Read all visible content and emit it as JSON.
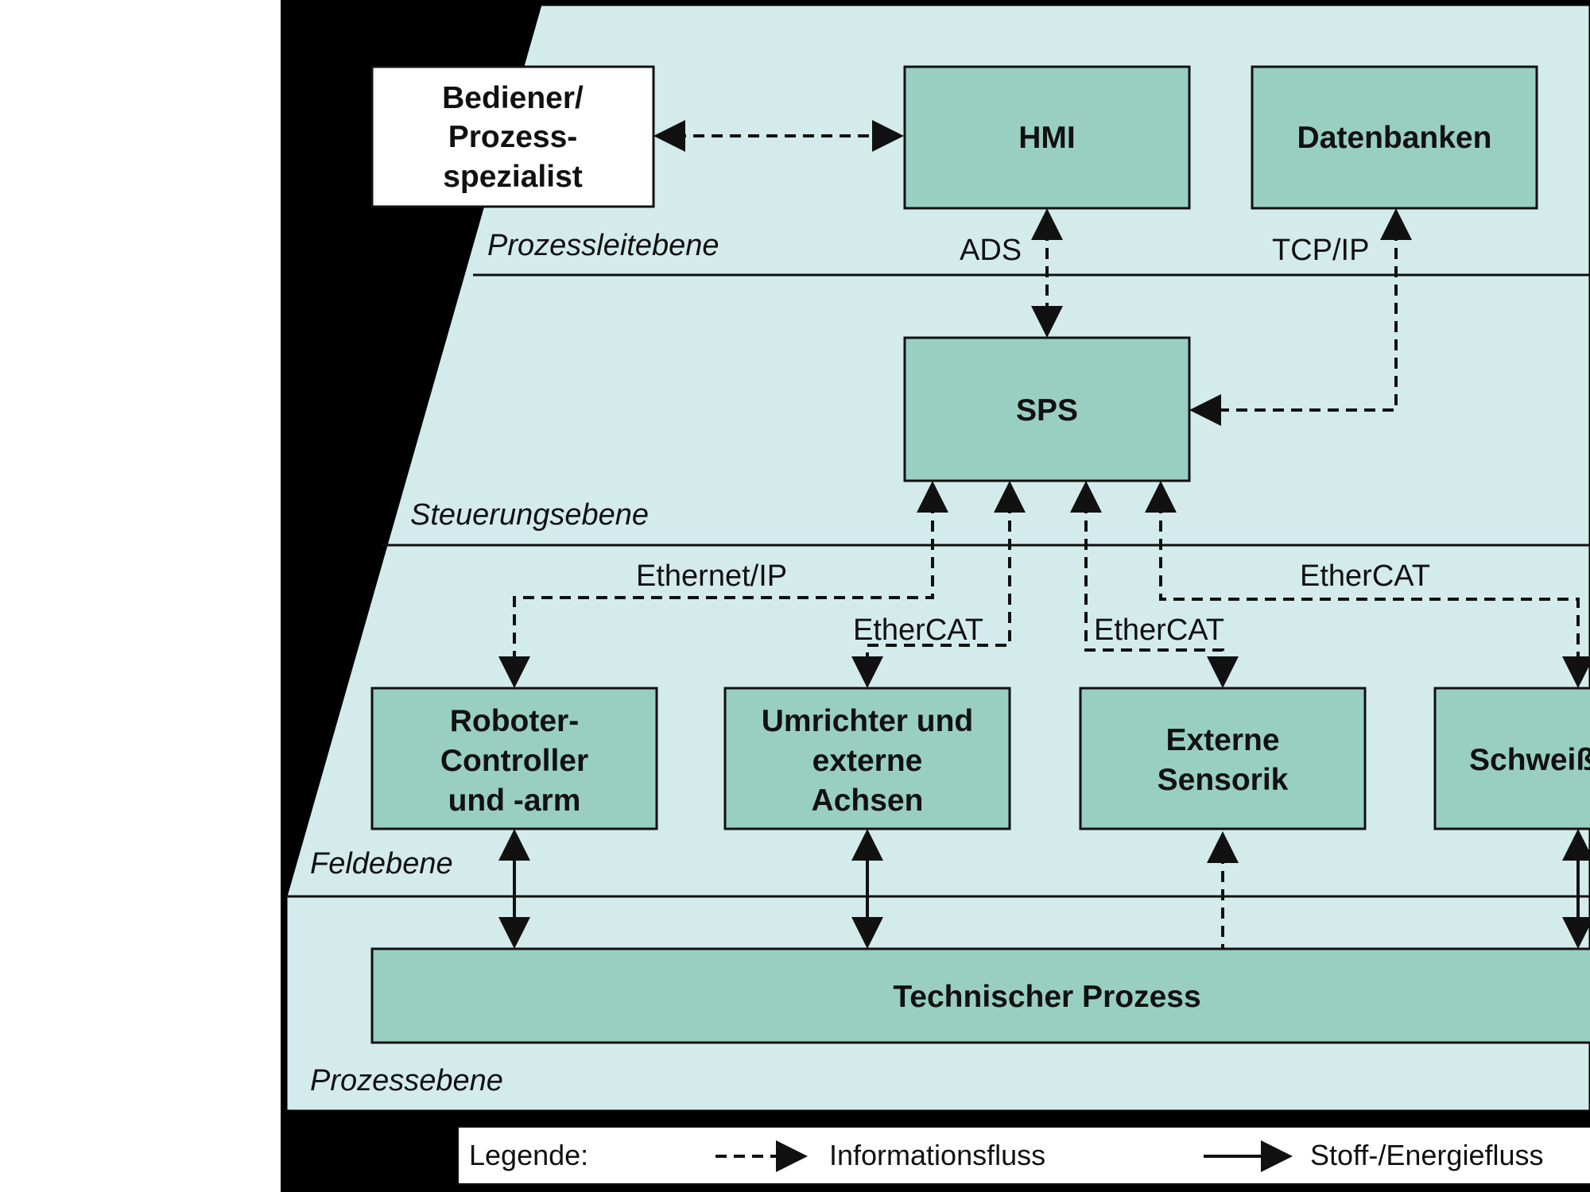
{
  "colors": {
    "background": "#ffffff",
    "frame": "#000000",
    "level_fill": "#d4ebec",
    "box_fill": "#99cfc1",
    "operator_fill": "#ffffff",
    "line": "#111111"
  },
  "levels": {
    "prozessleit": "Prozessleitebene",
    "steuerung": "Steuerungsebene",
    "feld": "Feldebene",
    "prozess": "Prozessebene"
  },
  "boxes": {
    "operator": [
      "Bediener/",
      "Prozess-",
      "spezialist"
    ],
    "hmi": [
      "HMI"
    ],
    "datenbanken": [
      "Datenbanken"
    ],
    "sps": [
      "SPS"
    ],
    "roboter": [
      "Roboter-",
      "Controller",
      "und -arm"
    ],
    "umrichter": [
      "Umrichter und",
      "externe",
      "Achsen"
    ],
    "sensorik": [
      "Externe",
      "Sensorik"
    ],
    "schweiss": [
      "Schweiß"
    ],
    "technischer_prozess": [
      "Technischer Prozess"
    ]
  },
  "protocols": {
    "ads": "ADS",
    "tcpip": "TCP/IP",
    "ethernet_ip": "Ethernet/IP",
    "ethercat_umrichter": "EtherCAT",
    "ethercat_sensorik": "EtherCAT",
    "ethercat_schweiss": "EtherCAT"
  },
  "legend": {
    "title": "Legende:",
    "info_flow": "Informationsfluss",
    "material_flow": "Stoff-/Energiefluss"
  }
}
